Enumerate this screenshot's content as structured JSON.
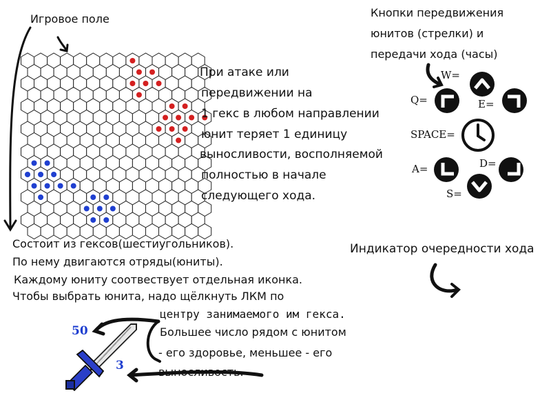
{
  "labels": {
    "field_title": "Игровое поле",
    "controls_title": [
      "Кнопки передвижения",
      "юнитов (стрелки) и",
      "передачи хода (часы)"
    ],
    "turn_indicator": "Индикатор очередности хода"
  },
  "stamina_text": [
    "При атаке или",
    "передвижении на",
    "1 гекс в любом направлении",
    "юнит теряет 1 единицу",
    "выносливости, восполняемой",
    "полностью в начале",
    "следующего хода."
  ],
  "field_text": [
    "Состоит из гексов(шестиугольников).",
    "По нему двигаются отряды(юниты).",
    "Каждому юниту соотвествует отдельная иконка.",
    "Чтобы выбрать юнита, надо щёлкнуть ЛКМ по"
  ],
  "unit_text": [
    "центру занимаемого им гекса.",
    "Большее число рядом с юнитом",
    "- его здоровье, меньшее - его",
    "выносливость."
  ],
  "unit_example": {
    "health": "50",
    "stamina": "3",
    "icon": "sword-icon"
  },
  "keys": {
    "w": "W=",
    "q": "Q=",
    "e": "E=",
    "space": "SPACE=",
    "a": "A=",
    "d": "D=",
    "s": "S="
  },
  "colors": {
    "red_team": "#d42020",
    "blue_team": "#1f3fd0",
    "ink": "#111111"
  }
}
